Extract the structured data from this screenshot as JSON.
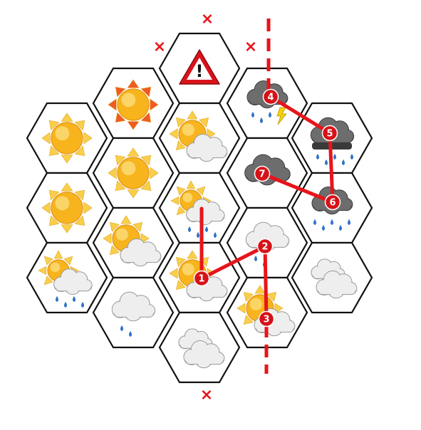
{
  "colors": {
    "path": "#e8141a",
    "marker": "#d61218",
    "cell_outline": "#111111",
    "sun": "#f7b41c",
    "hot_sun_rays": "#f05a24",
    "cloud_light": "#eeeeee",
    "cloud_dark": "#6d6d6d",
    "rain": "#2f72c8",
    "lightning": "#f5d20a",
    "warning": "#d9131b"
  },
  "warning_symbol": "!",
  "blocked_symbol": "×",
  "cells": [
    {
      "id": "c0",
      "icon": "warning-icon"
    },
    {
      "id": "c1",
      "icon": "hot-sun-icon"
    },
    {
      "id": "c2",
      "icon": "thunderstorm-icon"
    },
    {
      "id": "c3",
      "icon": "sun-icon"
    },
    {
      "id": "c4",
      "icon": "partly-cloudy-icon"
    },
    {
      "id": "c5",
      "icon": "heavy-storm-icon"
    },
    {
      "id": "c6",
      "icon": "sun-icon"
    },
    {
      "id": "c7",
      "icon": "dark-cloud-icon"
    },
    {
      "id": "c8",
      "icon": "sun-icon"
    },
    {
      "id": "c9",
      "icon": "sun-rain-icon"
    },
    {
      "id": "c10",
      "icon": "dark-rain-icon"
    },
    {
      "id": "c11",
      "icon": "partly-cloudy-icon"
    },
    {
      "id": "c12",
      "icon": "cloud-rain-icon"
    },
    {
      "id": "c13",
      "icon": "sun-rain-icon"
    },
    {
      "id": "c14",
      "icon": "partly-cloudy-icon"
    },
    {
      "id": "c15",
      "icon": "cloudy-icon"
    },
    {
      "id": "c16",
      "icon": "cloud-rain-icon"
    },
    {
      "id": "c17",
      "icon": "partly-cloudy-icon"
    },
    {
      "id": "c18",
      "icon": "cloudy-icon"
    }
  ],
  "path_markers": [
    {
      "label": "1"
    },
    {
      "label": "2"
    },
    {
      "label": "3"
    },
    {
      "label": "4"
    },
    {
      "label": "5"
    },
    {
      "label": "6"
    },
    {
      "label": "7"
    }
  ]
}
